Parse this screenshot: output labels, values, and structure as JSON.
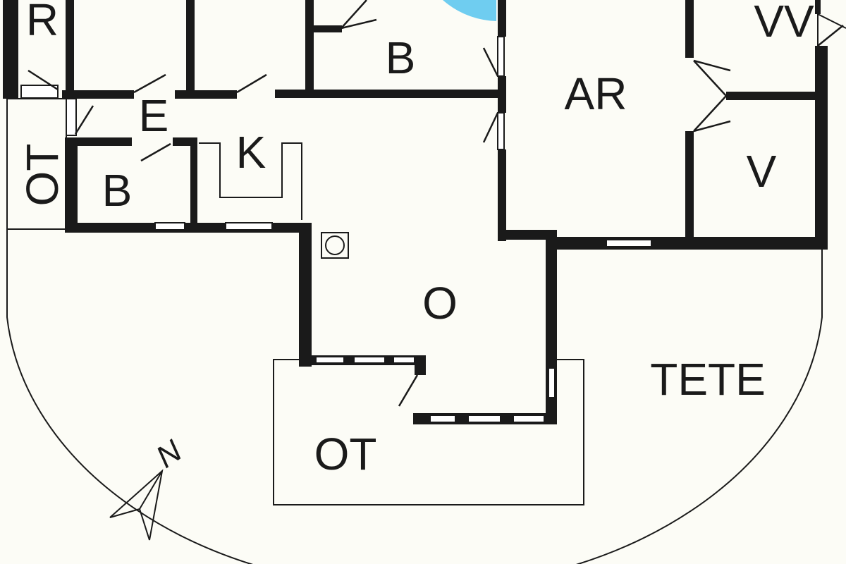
{
  "plan": {
    "colors": {
      "background": "#fcfcf6",
      "wall": "#1a1a1a",
      "pool": "#6fcdf0"
    },
    "labels": {
      "room_r": "R",
      "room_b_top": "B",
      "room_ar": "AR",
      "room_vv": "VV",
      "room_e": "E",
      "room_k": "K",
      "room_b_left": "B",
      "room_ot_left": "OT",
      "room_v": "V",
      "room_o": "O",
      "room_tete": "TETE",
      "room_ot_bottom": "OT",
      "compass_n": "N"
    }
  }
}
